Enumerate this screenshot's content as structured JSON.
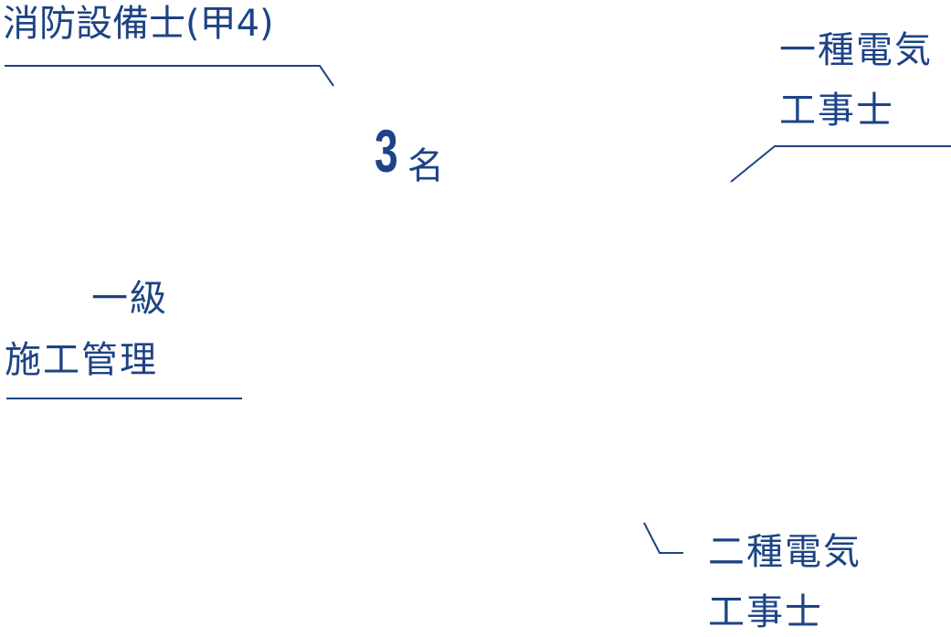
{
  "labels": {
    "fire_equipment": "消防設備士(甲4)",
    "first_class_electrician_line1": "一種電気",
    "first_class_electrician_line2": "工事士",
    "construction_mgmt_line1": "一級",
    "construction_mgmt_line2": "施工管理",
    "second_class_electrician_line1": "二種電気",
    "second_class_electrician_line2": "工事士"
  },
  "count": {
    "value": "3",
    "unit": "名"
  },
  "colors": {
    "accent": "#1d4386"
  }
}
